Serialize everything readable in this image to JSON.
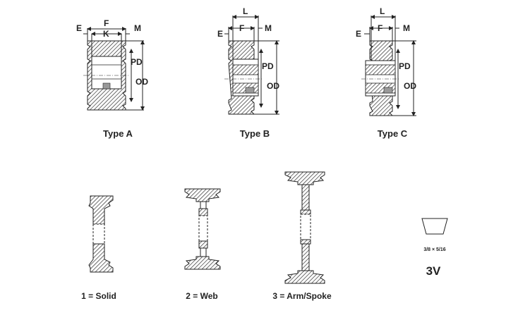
{
  "types": [
    {
      "label": "Type A",
      "dims": {
        "e": "E",
        "f": "F",
        "k": "K",
        "m": "M",
        "pd": "PD",
        "od": "OD"
      }
    },
    {
      "label": "Type B",
      "dims": {
        "e": "E",
        "f": "F",
        "l": "L",
        "m": "M",
        "pd": "PD",
        "od": "OD"
      }
    },
    {
      "label": "Type C",
      "dims": {
        "e": "E",
        "f": "F",
        "l": "L",
        "m": "M",
        "pd": "PD",
        "od": "OD"
      }
    }
  ],
  "constructions": [
    {
      "label": "1 = Solid"
    },
    {
      "label": "2 = Web"
    },
    {
      "label": "3 = Arm/Spoke"
    }
  ],
  "belt": {
    "section": "3V",
    "size_label": "3/8 × 5/16"
  }
}
